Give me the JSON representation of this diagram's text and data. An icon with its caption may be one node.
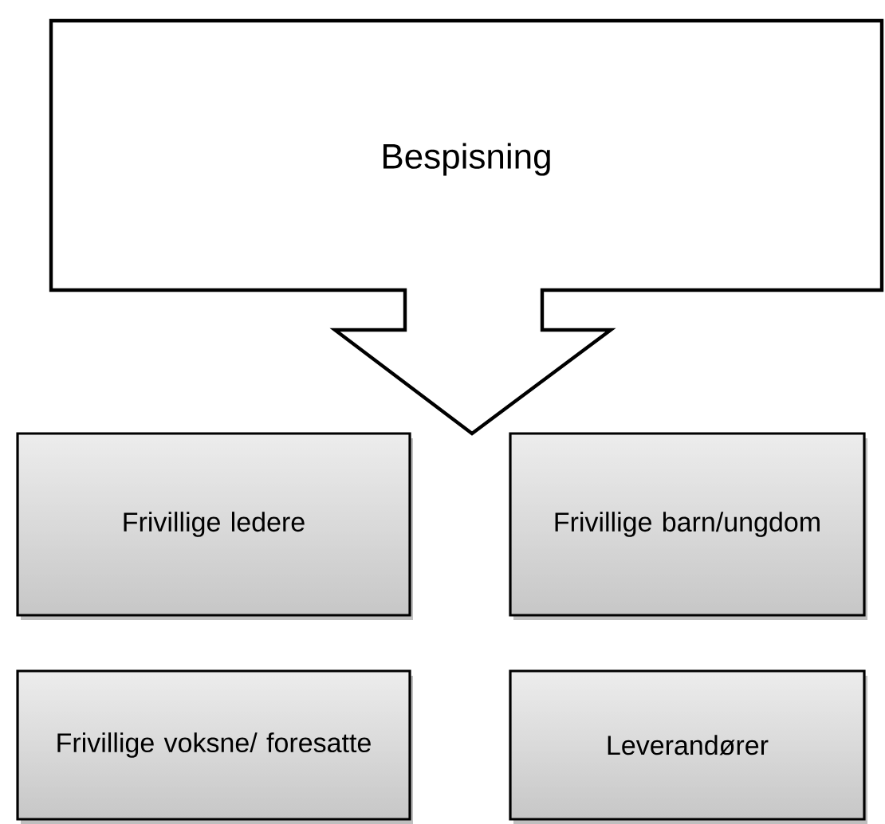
{
  "diagram": {
    "nodes": [
      {
        "text": [
          "Bespisning"
        ]
      },
      {
        "text": [
          "Frivillige ledere"
        ]
      },
      {
        "text": [
          "Frivillige barn/ungdom"
        ]
      },
      {
        "text": [
          "Frivillige voksne/ foresatte"
        ]
      },
      {
        "text": [
          "Leverandører"
        ]
      }
    ]
  }
}
